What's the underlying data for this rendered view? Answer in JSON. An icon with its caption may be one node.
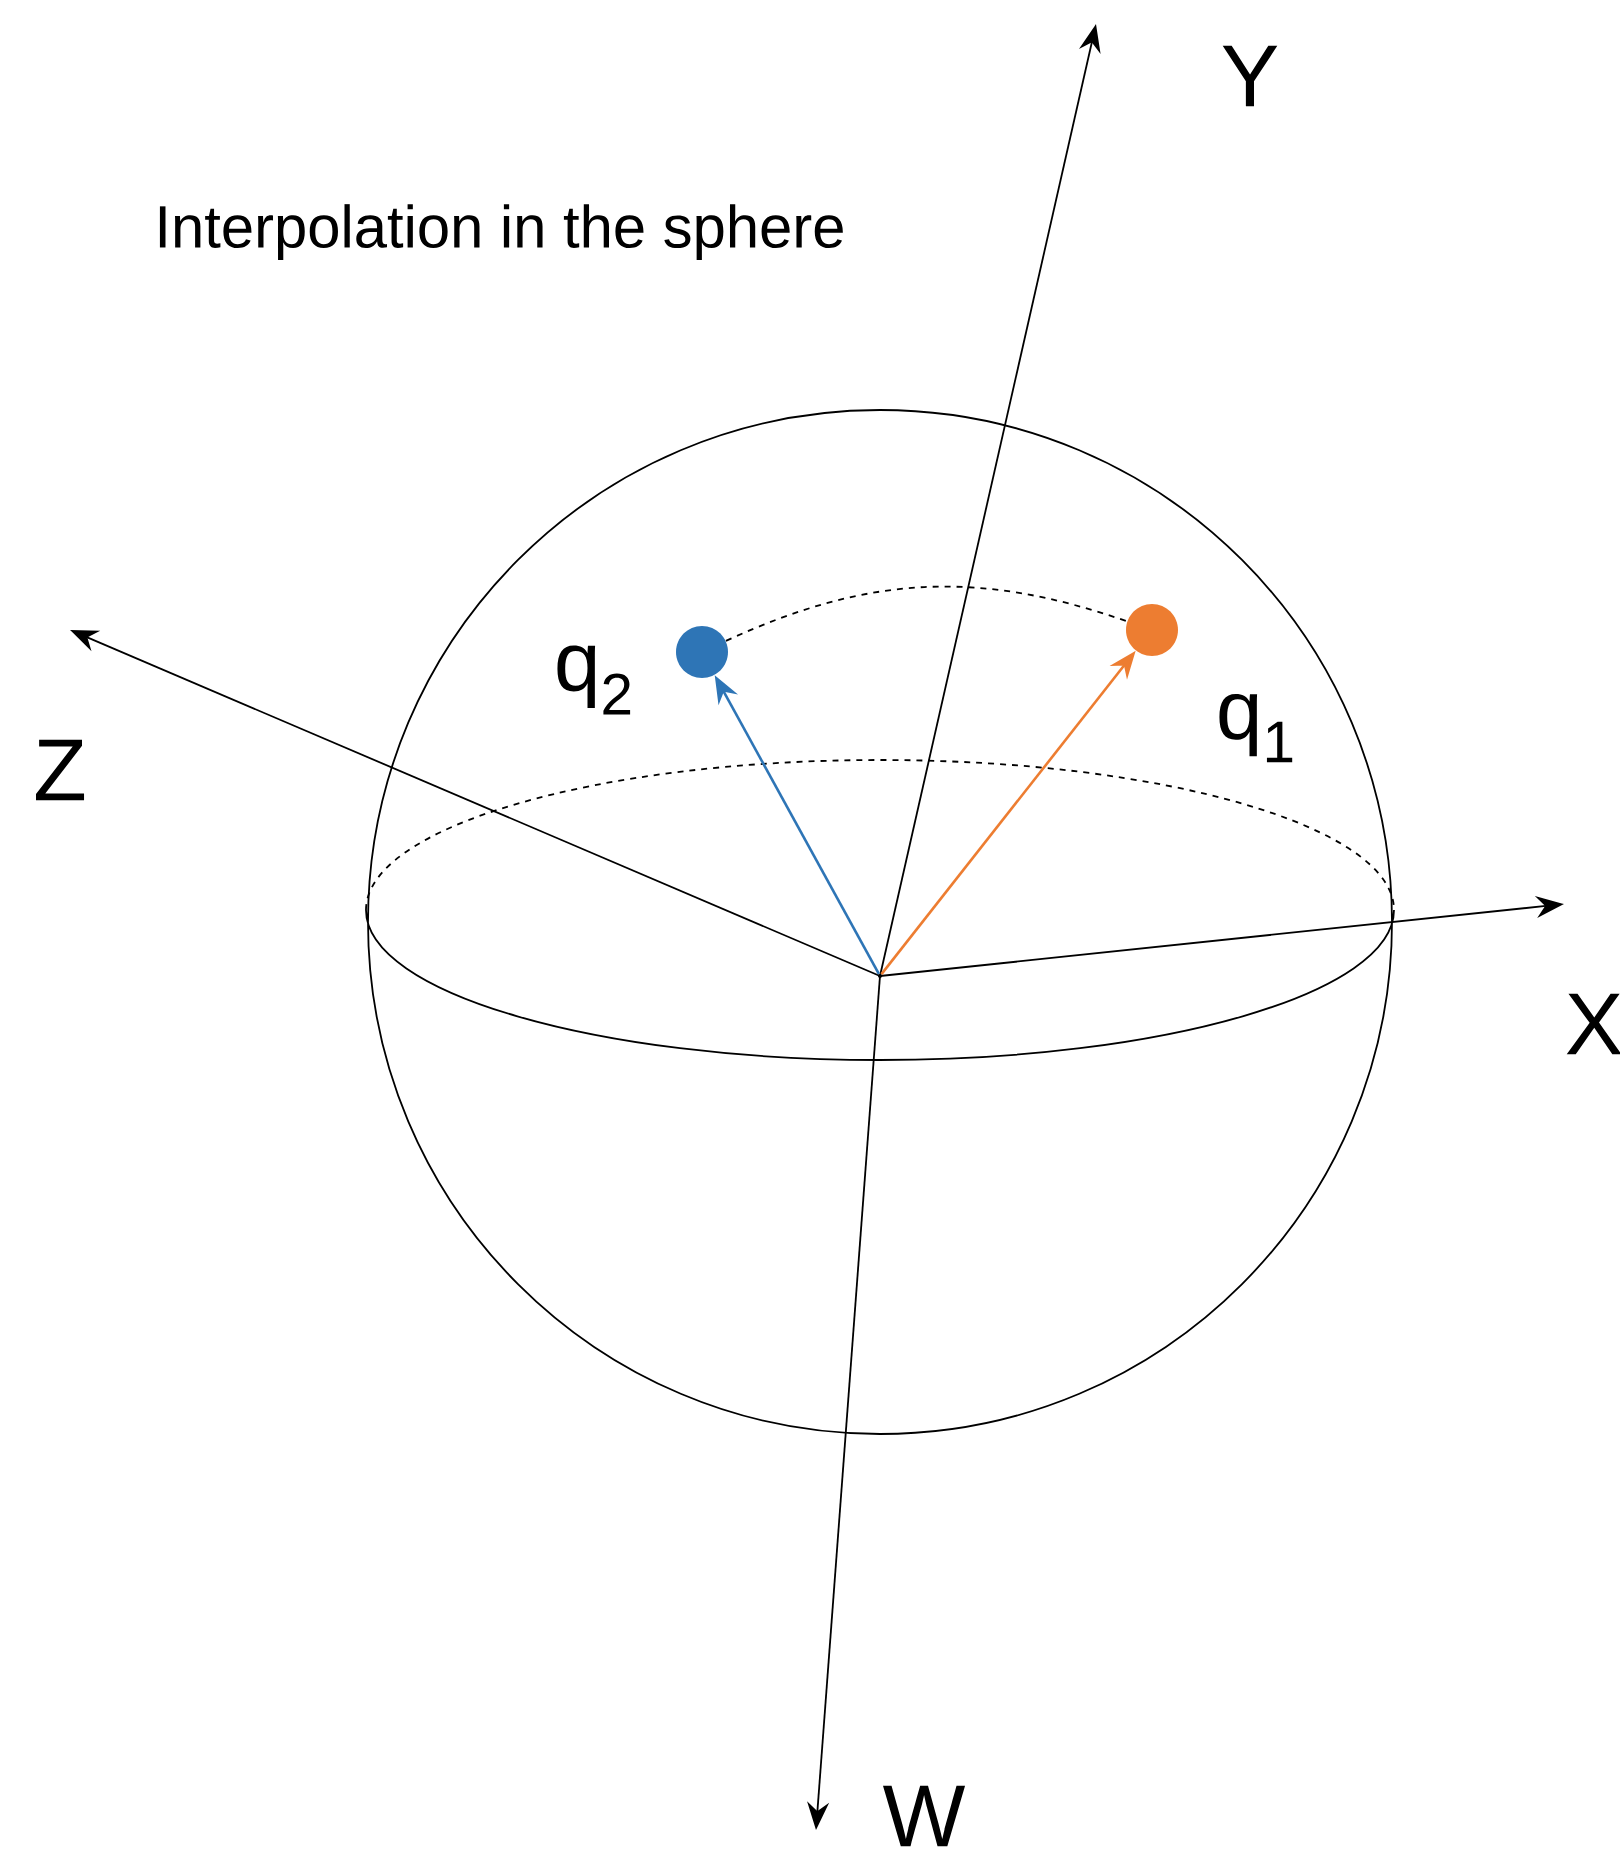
{
  "diagram": {
    "title": "Interpolation in the sphere",
    "nodes": [
      {
        "text": [],
        "shape": "circle",
        "beside": [
          "q$_{2}$"
        ]
      },
      {
        "text": [],
        "shape": "circle",
        "beside": [
          "q$_{1}$"
        ]
      },
      {
        "text": [],
        "shape": "point"
      }
    ],
    "edges": [
      {
        "from": 0,
        "to": 1,
        "arrow": "none",
        "style": "dashed"
      },
      {
        "from": 2,
        "to": 0,
        "arrow": "to",
        "color": "#2e75b6"
      },
      {
        "from": 2,
        "to": 1,
        "arrow": "to",
        "color": "#ed7d31"
      }
    ],
    "labels": [
      "Y",
      "Z",
      "X",
      "W"
    ]
  }
}
